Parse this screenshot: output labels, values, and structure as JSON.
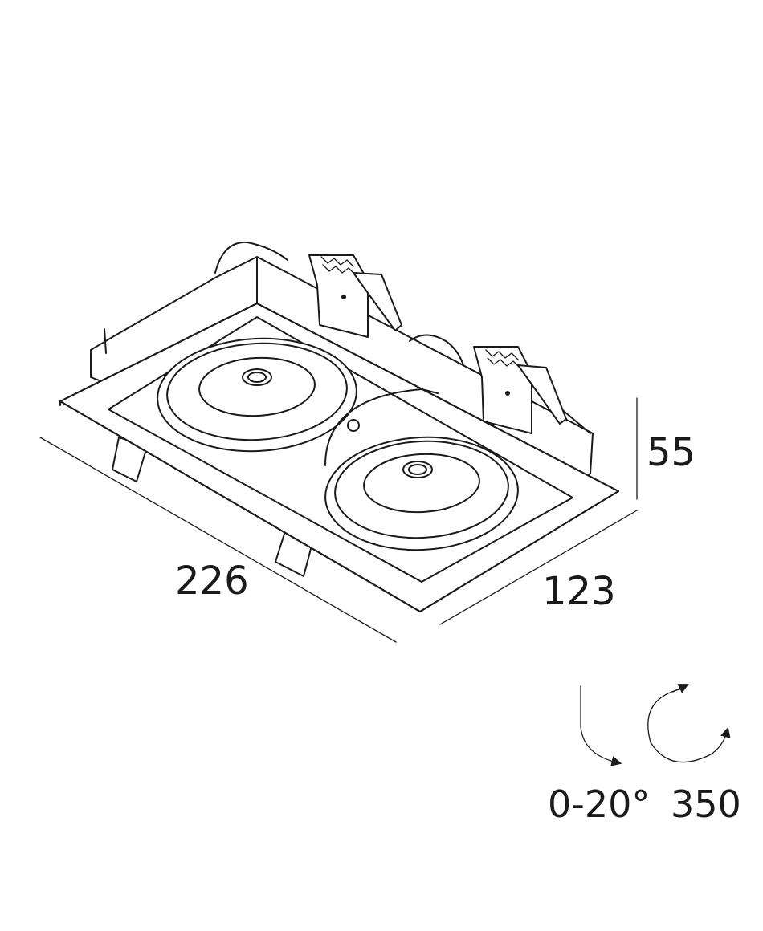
{
  "dimensions": {
    "length": "226",
    "width": "123",
    "height": "55"
  },
  "adjustment": {
    "tilt": "0-20°",
    "rotation": "350"
  },
  "icons": {
    "tilt": "tilt-arrow-icon",
    "rotation": "rotation-arrow-icon"
  }
}
